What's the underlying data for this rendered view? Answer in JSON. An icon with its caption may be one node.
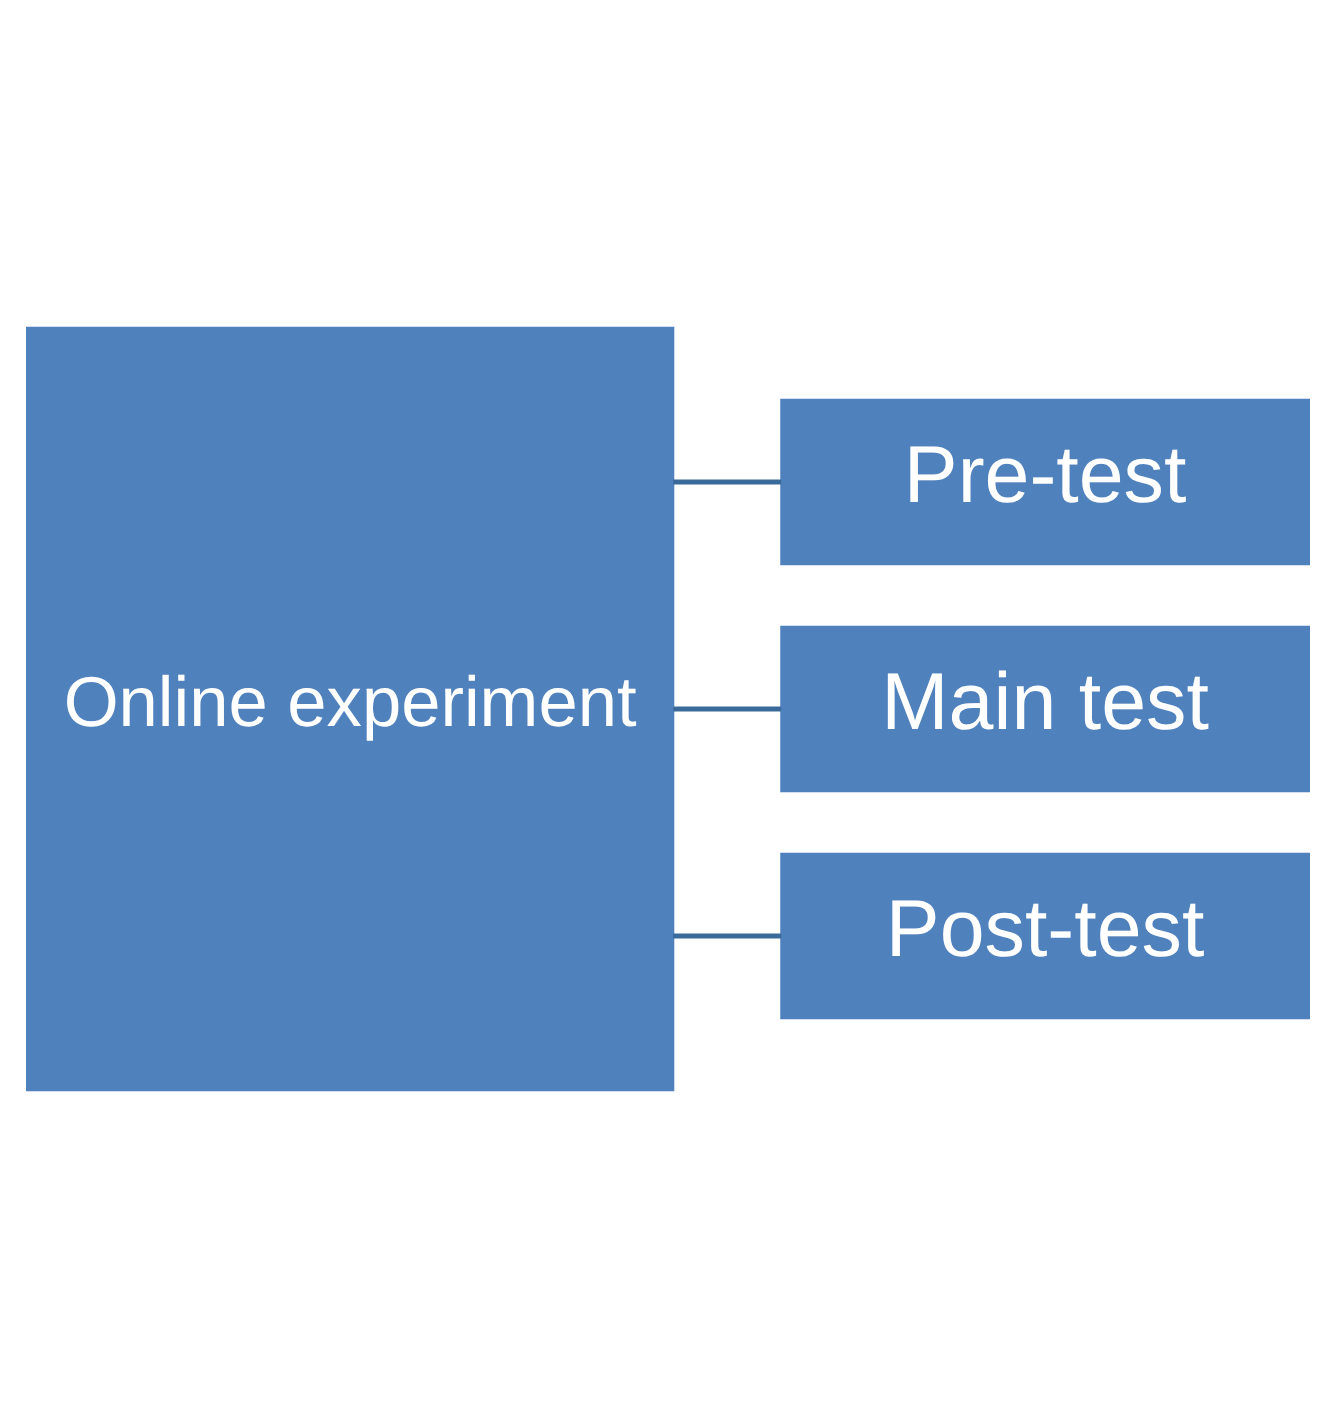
{
  "diagram": {
    "nodes": [
      {
        "text": [
          "Online experiment"
        ]
      },
      {
        "text": [
          "Pre-test"
        ]
      },
      {
        "text": [
          "Main test"
        ]
      },
      {
        "text": [
          "Post-test"
        ]
      }
    ],
    "edges": [
      {
        "from": 0,
        "to": 1,
        "arrow": "none"
      },
      {
        "from": 0,
        "to": 2,
        "arrow": "none"
      },
      {
        "from": 0,
        "to": 3,
        "arrow": "none"
      }
    ]
  }
}
